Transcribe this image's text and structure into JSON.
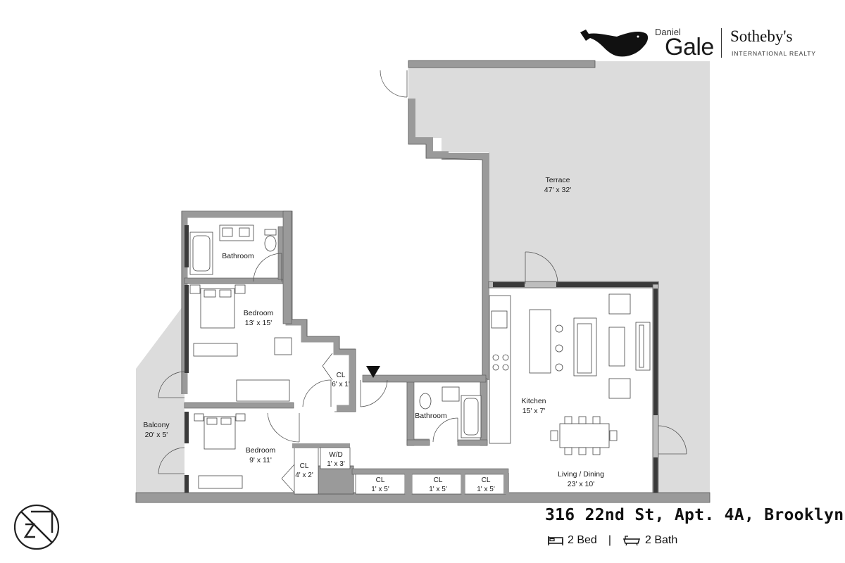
{
  "brand": {
    "daniel": "Daniel",
    "gale": "Gale",
    "sothebys": "Sotheby's",
    "international": "INTERNATIONAL REALTY",
    "logo_icon": "whale-icon"
  },
  "listing": {
    "address": "316 22nd St, Apt. 4A, Brooklyn",
    "beds": "2 Bed",
    "separator": "|",
    "baths": "2 Bath",
    "bed_icon": "bed-icon",
    "bath_icon": "bathtub-icon"
  },
  "rooms": {
    "terrace": {
      "name": "Terrace",
      "dims": "47' x 32'"
    },
    "bathroom_top": {
      "name": "Bathroom"
    },
    "bedroom_main": {
      "name": "Bedroom",
      "dims": "13' x 15'"
    },
    "closet_hall": {
      "name": "CL",
      "dims": "6' x 1'"
    },
    "balcony": {
      "name": "Balcony",
      "dims": "20' x 5'"
    },
    "bedroom_second": {
      "name": "Bedroom",
      "dims": "9' x 11'"
    },
    "closet_bed2": {
      "name": "CL",
      "dims": "4' x 2'"
    },
    "washer_dryer": {
      "name": "W/D",
      "dims": "1' x 3'"
    },
    "closet_a": {
      "name": "CL",
      "dims": "1' x 5'"
    },
    "closet_b": {
      "name": "CL",
      "dims": "1' x 5'"
    },
    "closet_c": {
      "name": "CL",
      "dims": "1' x 5'"
    },
    "bathroom_mid": {
      "name": "Bathroom"
    },
    "kitchen": {
      "name": "Kitchen",
      "dims": "15' x 7'"
    },
    "living_dining": {
      "name": "Living / Dining",
      "dims": "23' x 10'"
    }
  },
  "colors": {
    "wall": "#9a9a9a",
    "wall_dark": "#3a3a3a",
    "outdoor": "#dcdcdc",
    "text": "#1a1a1a"
  },
  "icons": {
    "compass": "north-arrow-icon",
    "entry": "entry-triangle-icon"
  }
}
